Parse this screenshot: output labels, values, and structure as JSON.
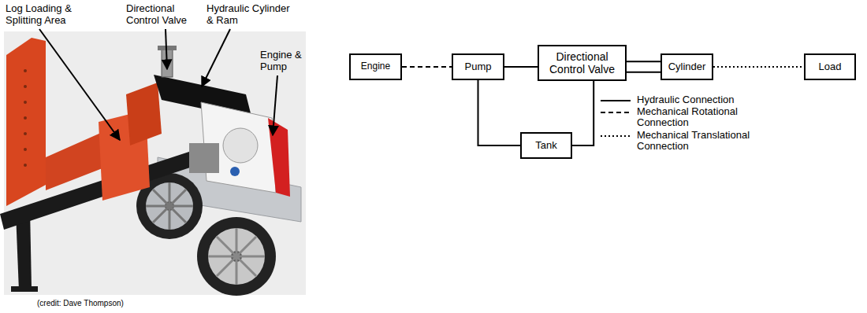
{
  "diagram": {
    "nodes": [
      {
        "text": [
          "Engine"
        ]
      },
      {
        "text": [
          "Pump"
        ]
      },
      {
        "text": [
          "Directional Control Valve"
        ]
      },
      {
        "text": [
          "Cylinder"
        ]
      },
      {
        "text": [
          "Load"
        ]
      },
      {
        "text": [
          "Tank"
        ]
      }
    ],
    "edges": [
      {
        "from": 0,
        "to": 1,
        "arrow": "none"
      },
      {
        "from": 1,
        "to": 2,
        "arrow": "none"
      },
      {
        "from": 2,
        "to": 3,
        "arrow": "none"
      },
      {
        "from": 2,
        "to": 3,
        "arrow": "none"
      },
      {
        "from": 3,
        "to": 4,
        "arrow": "none"
      },
      {
        "from": 1,
        "to": 5,
        "arrow": "none"
      },
      {
        "from": 2,
        "to": 5,
        "arrow": "none"
      }
    ],
    "labels": [
      "Log Loading & Splitting Area",
      "Directional Control Valve",
      "Hydraulic Cylinder & Ram",
      "Engine & Pump",
      "(credit: Dave Thompson)"
    ],
    "legend": [
      {
        "text": "Hydraulic Connection"
      },
      {
        "text": "Mechanical Rotational Connection"
      },
      {
        "text": "Mechanical Translational Connection"
      }
    ]
  }
}
